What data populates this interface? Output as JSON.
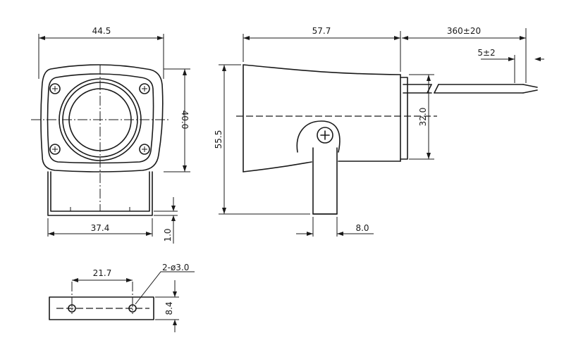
{
  "dimensions": {
    "front_width": "44.5",
    "front_height": "40.0",
    "base_width": "37.4",
    "base_gap": "1.0",
    "side_length": "57.7",
    "side_height": "55.5",
    "body_height": "32.0",
    "cable_length": "360±20",
    "wire_strip": "5±2",
    "bracket_width": "8.0",
    "hole_pitch": "21.7",
    "hole_spec": "2-ø3.0",
    "plate_thickness": "8.4"
  }
}
